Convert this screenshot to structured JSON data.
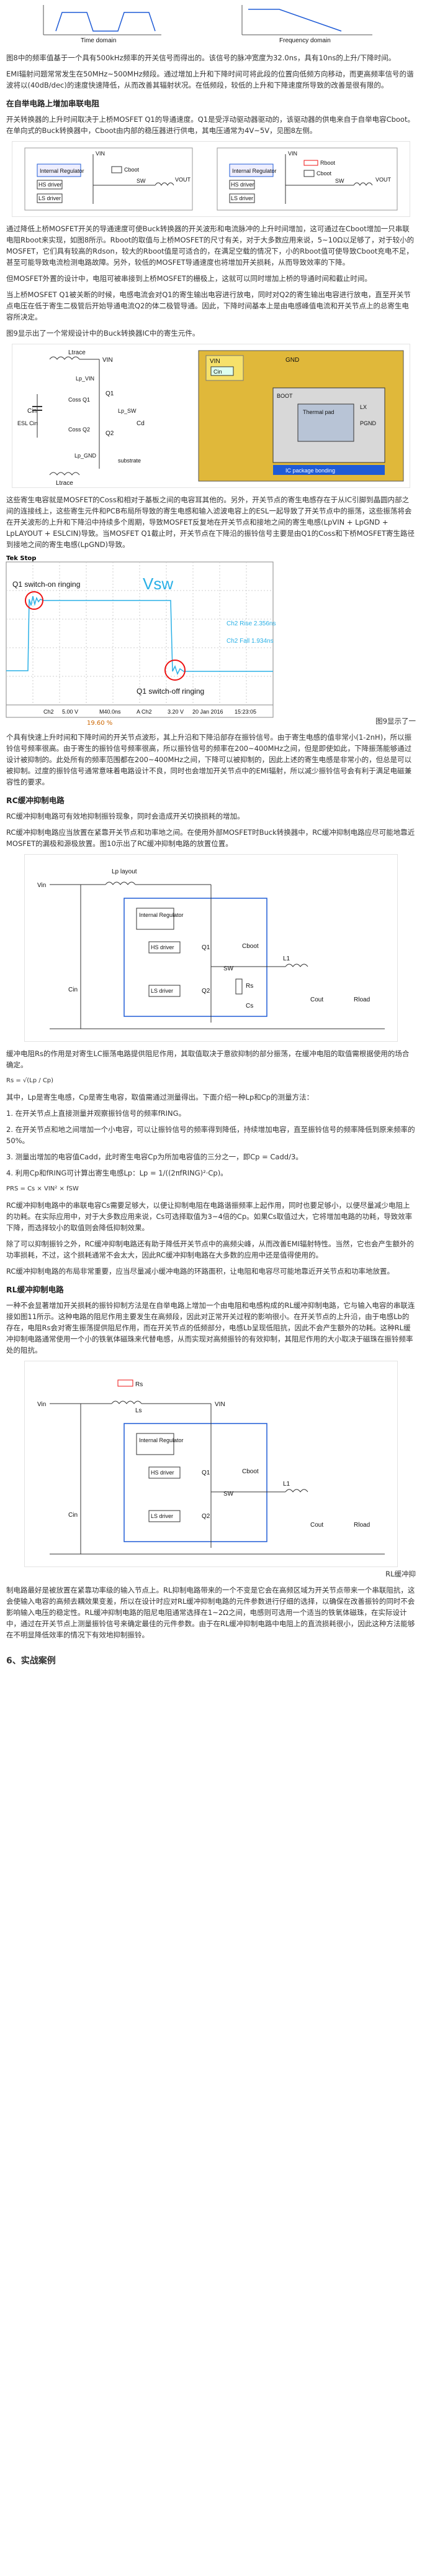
{
  "top_figure": {
    "left_label": "Time domain",
    "right_label": "Frequency domain"
  },
  "paragraphs": {
    "p1": "图8中的频率值基于一个具有500kHz频率的开关信号而得出的。该信号的脉冲宽度为32.0ns，具有10ns的上升/下降时间。",
    "p2": "EMI辐射问题常常发生在50MHz~500MHz频段。通过增加上升和下降时间可将此段的位置向低频方向移动，而更高频率信号的谐波将以(40dB/dec)的速度快速降低，从而改善其辐射状况。在低频段，较低的上升和下降速度所导致的改善是很有限的。",
    "h_boost": "在自举电路上增加串联电阻",
    "p3": "开关转换器的上升时间取决于上桥MOSFET Q1的导通速度。Q1是受浮动驱动器驱动的，该驱动器的供电来自于自举电容Cboot。在单向式的Buck转换器中，Cboot由内部的稳压器进行供电，其电压通常为4V~5V，见图8左侧。",
    "p4": "通过降低上桥MOSFET开关的导通速度可使Buck转换器的开关波形和电流脉冲的上升时间增加，这可通过在Cboot增加一只串联电阻Rboot来实现，如图8所示。Rboot的取值与上桥MOSFET的尺寸有关，对于大多数应用来说，5~10Ω以足够了，对于较小的MOSFET，它们具有较高的Rdson，较大的Rboot值是可适合的，在满足空载的情况下，小的Rboot值可使导致Cboot充电不足，甚至可能导致电流检测电路故障。另外，较低的MOSFET导通速度也将增加开关损耗，从而导致效率的下降。",
    "p5": "但MOSFET外置的设计中，电阻可被串接到上桥MOSFET的栅极上，这就可以同时增加上桥的导通时间和截止时间。",
    "p6": "当上桥MOSFET Q1被关断的时候，电感电流会对Q1的寄生输出电容进行放电，同时对Q2的寄生输出电容进行放电，直至开关节点电压在低于寄生二极管后开始导通电流Q2的体二极管导通。因此，下降时间基本上是由电感峰值电流和开关节点上的总寄生电容所决定。",
    "p7": "图9显示出了一个常规设计中的Buck转换器IC中的寄生元件。",
    "p8": "这些寄生电容就是MOSFET的Coss和相对于基板之间的电容耳其他的。另外，开关节点的寄生电感存在于从IC引脚到晶圆内部之间的连接线上，这些寄生元件和PCB布局所导致的寄生电感和输入滤波电容上的ESL一起导致了开关节点中的振荡，这些振荡将会在开关波形的上升和下降沿中持续多个周期，导致MOSFET反复地在开关节点和接地之间的寄生电感(LpVIN + LpGND + LpLAYOUT + ESLCIN)导致。当MOSFET Q1截止时，开关节点在下降沿的振铃信号主要是由Q1的Coss和下桥MOSFET寄生路径到接地之间的寄生电感(LpGND)导致。",
    "p9a": "图9显示了一",
    "p9b": "个具有快速上升时间和下降时间的开关节点波形，其上升沿和下降沿部存在振铃信号。由于寄生电感的值非常小(1-2nH)，所以振铃信号频率很高。由于寄生的振铃信号频率很高，所以振铃信号的频率在200~400MHz之间，但是即使如此，下降振荡能够通过设计被抑制的。此处所有的频率范围都在200~400MHz之间，下降可以被抑制的，因此上述的寄生电感是非常小的，但总是可以被抑制。过度的振铃信号通常意味着电路设计不良，同时也会增加开关节点中的EMI辐射，所以减少振铃信号会有利于满足电磁兼容性的要求。",
    "h_rc": "RC缓冲抑制电路",
    "p10": "RC缓冲抑制电路可有效地抑制振铃现象，同时会造成开关切换损耗的增加。",
    "p11": "RC缓冲抑制电路应当放置在紧靠开关节点和功率地之间。在使用外部MOSFET时Buck转换器中，RC缓冲抑制电路应尽可能地靠近MOSFET的漏极和源极放置。图10示出了RC缓冲抑制电路的放置位置。",
    "p12": "缓冲电阻Rs的作用是对寄生LC振荡电路提供阻尼作用，其取值取决于意欲抑制的部分振荡，在缓冲电阻的取值需根据使用的场合确定。",
    "formula_rs": "Rs = √(Lp / Cp)",
    "p13": "其中，Lp是寄生电感，Cp是寄生电容，取值需通过测量得出。下面介绍一种Lp和Cp的测量方法：",
    "list1": "1. 在开关节点上直接测量并观察振铃信号的频率fRING。",
    "list2": "2. 在开关节点和地之间增加一个小电容，可以让振铃信号的频率得到降低，持续增加电容，直至振铃信号的频率降低到原来频率的50%。",
    "list3": "3. 测量出增加的电容值Cadd，此时寄生电容Cp为所加电容值的三分之一，即Cp = Cadd/3。",
    "list4": "4. 利用Cp和fRING可计算出寄生电感Lp：Lp = 1/((2πfRING)²·Cp)。",
    "formula_pdiss": "PRS = Cs × VIN² × fSW",
    "p14": "RC缓冲抑制电路中的串联电容Cs需要足够大，以便让抑制电阻在电路谐振频率上起作用，同时也要足够小，以便尽量减少电阻上的功耗。在实际应用中，对于大多数应用来说，Cs可选择取值为3~4倍的Cp。如果Cs取值过大，它将增加电路的功耗，导致效率下降，而选择较小的取值则会降低抑制效果。",
    "p15": "除了可以抑制振铃之外，RC缓冲抑制电路还有助于降低开关节点中的高频尖峰，从而改善EMI辐射特性。当然，它也会产生额外的功率损耗，不过，这个损耗通常不会太大，因此RC缓冲抑制电路在大多数的应用中还是值得使用的。",
    "p16": "RC缓冲抑制电路的布局非常重要，应当尽量减小缓冲电路的环路面积，让电阻和电容尽可能地靠近开关节点和功率地放置。",
    "h_rl": "RL缓冲抑制电路",
    "p17": "一种不会显著增加开关损耗的振铃抑制方法是在自举电路上增加一个由电阻和电感构成的RL缓冲抑制电路，它与输入电容的串联连接如图11所示。这种电路的阻尼作用主要发生在高频段，因此对正常开关过程的影响很小。在开关节点的上升沿，由于电感Lb的存在，电阻Rs会对寄生振荡提供阻尼作用，而在开关节点的低频部分，电感Lb呈现低阻抗，因此不会产生额外的功耗。这种RL缓冲抑制电路通常使用一个小的铁氧体磁珠来代替电感，从而实现对高频振铃的有效抑制，其阻尼作用的大小取决于磁珠在振铃频率处的阻抗。",
    "p18a": "RL缓冲抑",
    "p18b": "制电路最好是被放置在紧靠功率级的输入节点上。RL抑制电路带来的一个不变是它会在高频区域为开关节点带来一个串联阻抗，这会使输入电容的高频去耦效果变差，所以在设计时应对RL缓冲抑制电路的元件参数进行仔细的选择，以确保在改善振铃的同时不会影响输入电压的稳定性。RL缓冲抑制电路的阻尼电阻通常选择在1~2Ω之间，电感则可选用一个适当的铁氧体磁珠，在实际设计中，通过在开关节点上测量振铃信号来确定最佳的元件参数。由于在RL缓冲抑制电路中电阻上的直流损耗很小，因此这种方法能够在不明显降低效率的情况下有效地抑制振铃。",
    "section6": "6、实战案例"
  },
  "figure_boot": {
    "vin": "VIN",
    "cboot": "Cboot",
    "rboot": "Rboot",
    "sw": "SW",
    "vout": "VOUT",
    "hs_driver": "HS driver",
    "ls_driver": "LS driver",
    "regulator": "Internal Regulator"
  },
  "figure_parasitic": {
    "ltrace_top": "Ltrace",
    "lp_vin": "Lp_VIN",
    "cin": "Cin",
    "esl_cin": "ESL Cin",
    "q1": "Q1",
    "q2": "Q2",
    "coss_q1": "Coss Q1",
    "coss_q2": "Coss Q2",
    "lp_sw": "Lp_SW",
    "lp_gnd": "Lp_GND",
    "cd": "Cd",
    "substrate": "substrate",
    "ltrace_bottom": "Ltrace",
    "vin": "VIN",
    "gnd": "GND",
    "vin_label": "VIN",
    "cin_label": "Cin",
    "boot": "BOOT",
    "thermal_pad": "Thermal pad",
    "ic_package": "IC package bonding",
    "lx": "LX",
    "pgnd": "PGND"
  },
  "scope": {
    "brand": "Tek Stop",
    "vsw": "Vsw",
    "switch_on": "Q1 switch-on ringing",
    "switch_off": "Q1 switch-off ringing",
    "rise": "Ch2 Rise\n2.356ns",
    "fall": "Ch2 Fall\n1.934ns",
    "ch2": "Ch2",
    "volt": "5.00 V",
    "time": "M40.0ns",
    "trig": "A  Ch2",
    "trig_val": "3.20 V",
    "pct": "19.60 %",
    "date": "20 Jan 2016",
    "clock": "15:23:05"
  },
  "figure_rc": {
    "vin": "Vin",
    "lp_layout": "Lp layout",
    "regulator": "Internal\nRegulator",
    "cboot": "Cboot",
    "q1": "Q1",
    "q2": "Q2",
    "hs_driver": "HS driver",
    "ls_driver": "LS driver",
    "sw": "SW",
    "l1": "L1",
    "rs": "Rs",
    "cs": "Cs",
    "cout": "Cout",
    "rload": "Rload",
    "cin": "Cin"
  },
  "figure_rl": {
    "vin": "Vin",
    "rs": "Rs",
    "ls": "Ls",
    "vin_pin": "VIN",
    "regulator": "Internal\nRegulator",
    "cboot": "Cboot",
    "q1": "Q1",
    "q2": "Q2",
    "hs_driver": "HS driver",
    "ls_driver": "LS driver",
    "sw": "SW",
    "l1": "L1",
    "cout": "Cout",
    "rload": "Rload",
    "cin": "Cin"
  }
}
